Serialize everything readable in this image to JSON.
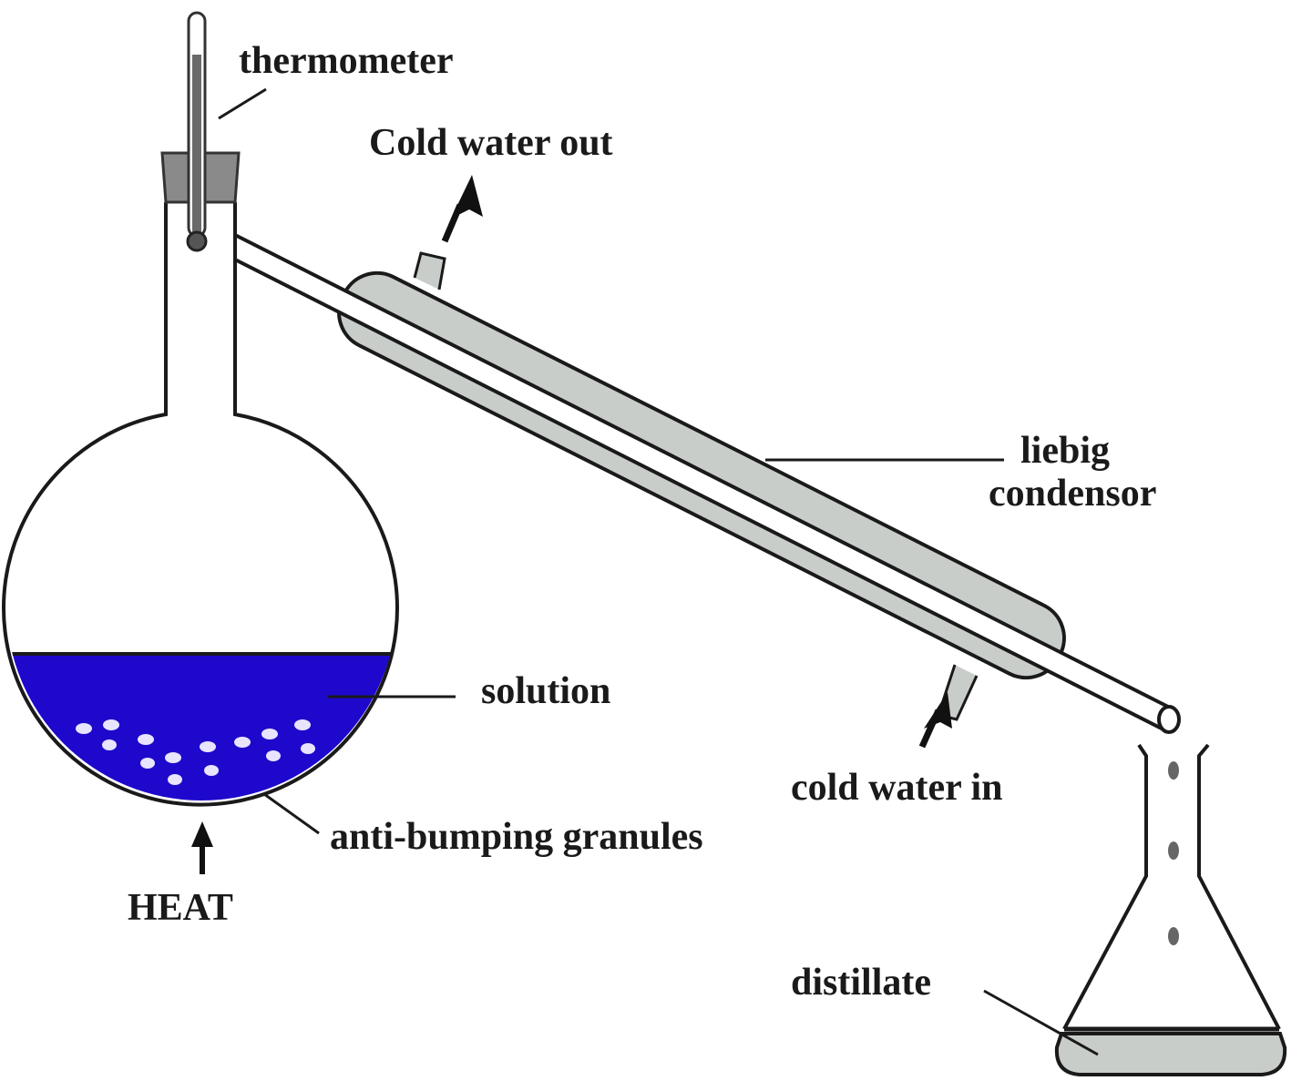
{
  "labels": {
    "thermometer": "thermometer",
    "cold_water_out": "Cold water out",
    "liebig": "liebig",
    "condensor": "condensor",
    "solution": "solution",
    "granules": "anti-bumping granules",
    "cold_water_in": "cold water in",
    "heat": "HEAT",
    "distillate": "distillate"
  },
  "colors": {
    "solution": "#1e08cc",
    "condenser_jacket": "#c9cdc9",
    "distillate": "#c9cdc9",
    "outline": "#1a1a1a"
  }
}
